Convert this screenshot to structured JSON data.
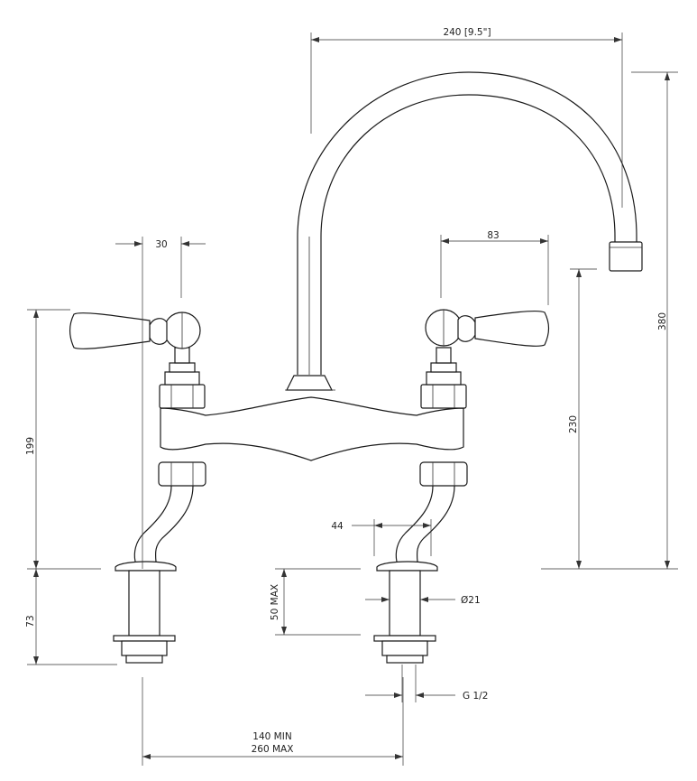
{
  "dimensions": {
    "spout_reach": "240 [9.5\"]",
    "total_height": "380",
    "spout_height": "230",
    "handle_offset_left": "30",
    "handle_length_right": "83",
    "body_height": "199",
    "shank_length": "73",
    "deck_thickness": "50 MAX",
    "leg_offset": "44",
    "shank_diameter": "Ø21",
    "thread": "G 1/2",
    "centres_min": "140 MIN",
    "centres_max": "260 MAX"
  }
}
